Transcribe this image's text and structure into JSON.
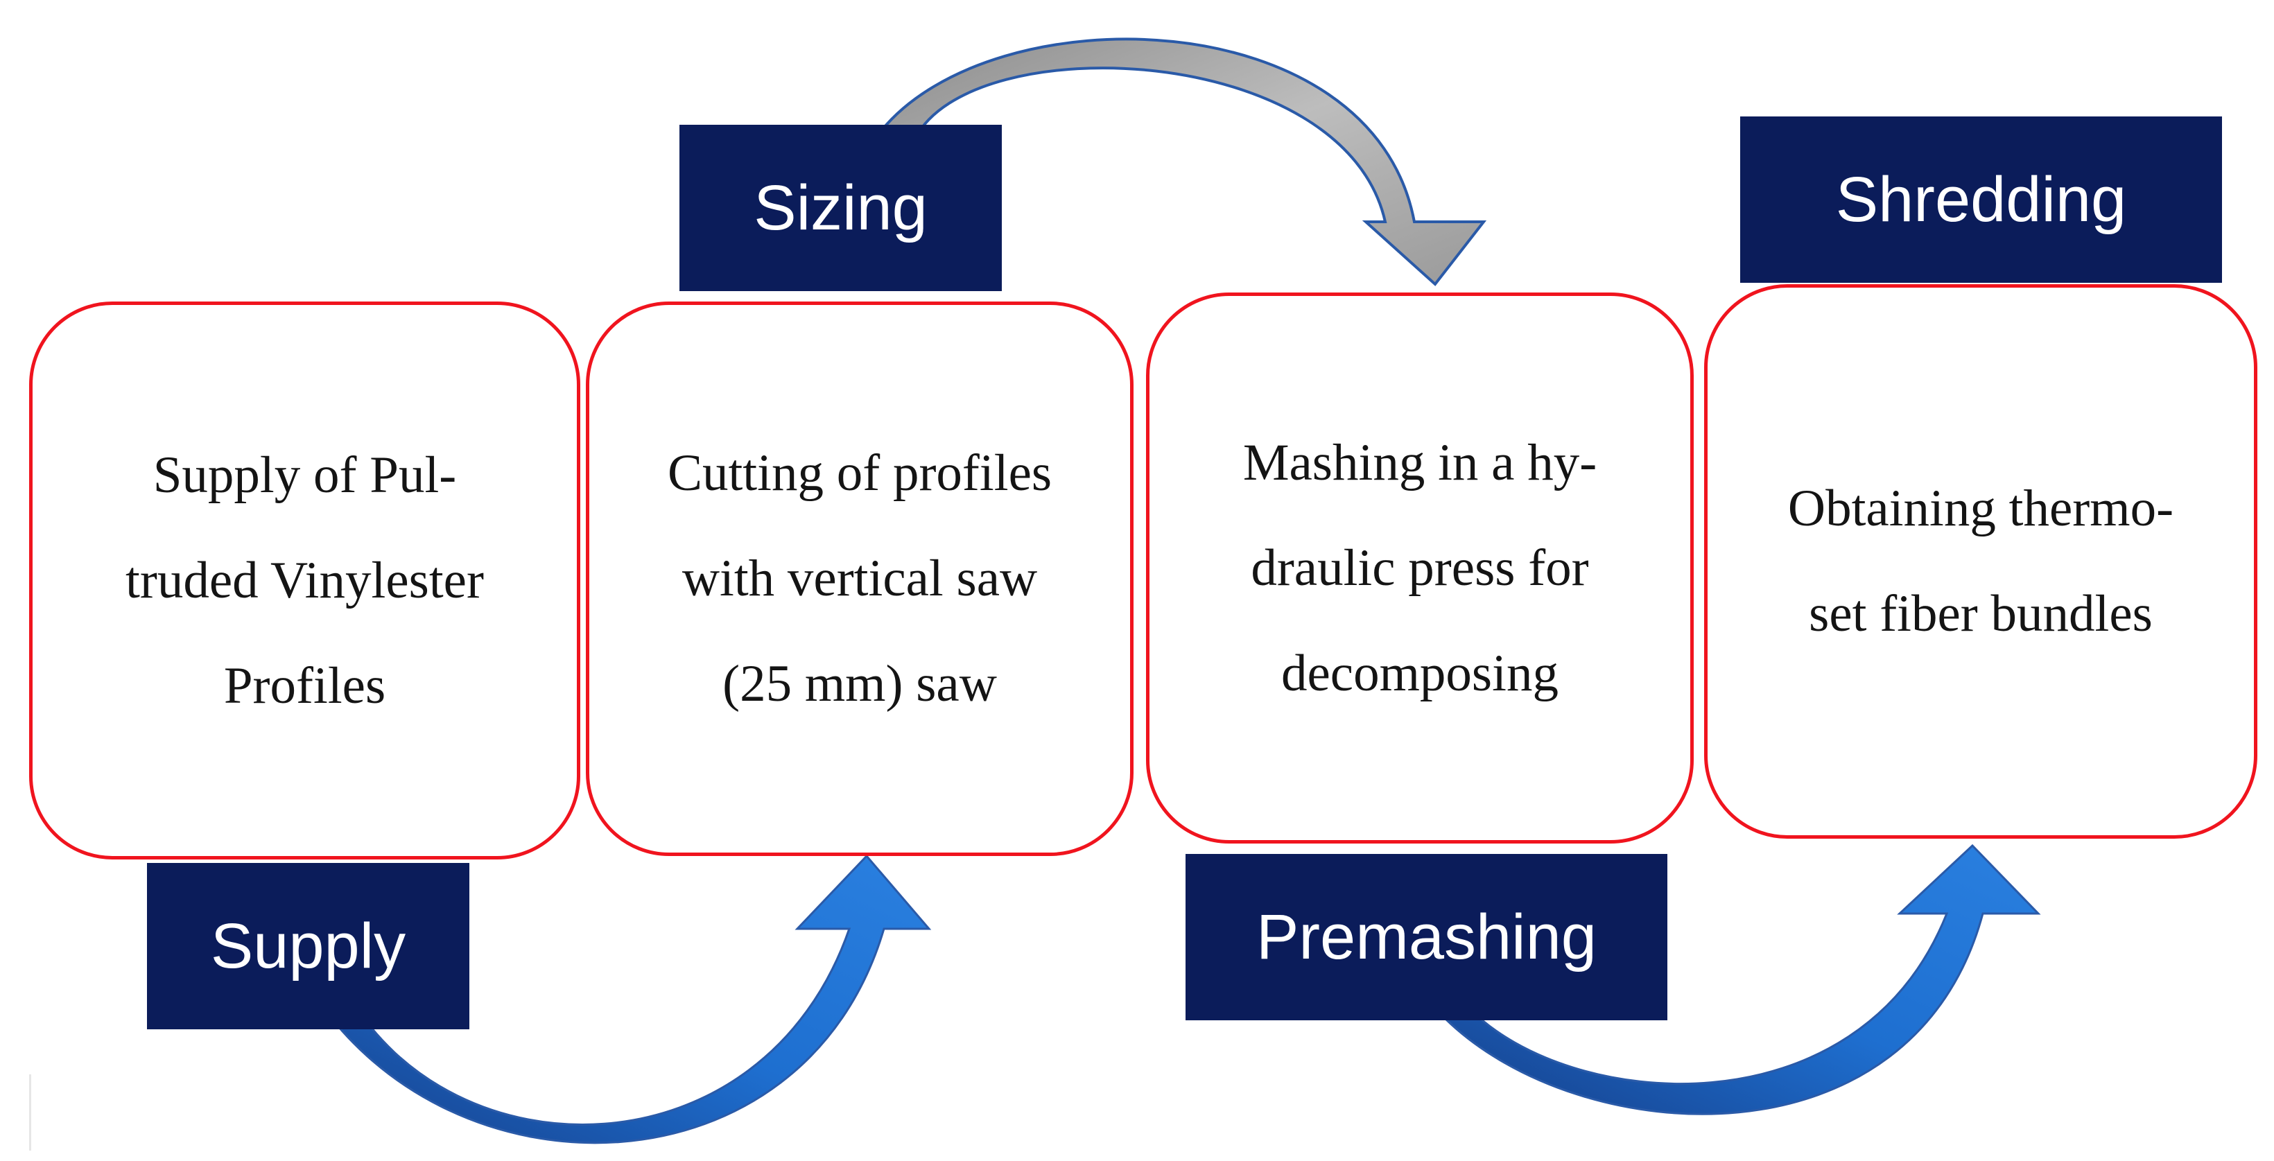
{
  "steps": [
    {
      "id": "supply-step",
      "text": "Supply of Pul-\ntruded Vinylester\nProfiles"
    },
    {
      "id": "cutting-step",
      "text": "Cutting of profiles\nwith vertical saw\n(25 mm) saw"
    },
    {
      "id": "mashing-step",
      "text": "Mashing in a hy-\ndraulic press for\ndecomposing"
    },
    {
      "id": "obtaining-step",
      "text": "Obtaining thermo-\nset fiber bundles"
    }
  ],
  "stages": {
    "supply": "Supply",
    "sizing": "Sizing",
    "premashing": "Premashing",
    "shredding": "Shredding"
  },
  "colors": {
    "box_border": "#f0141e",
    "label_fill": "#0b1c5a",
    "blue_arrow": "#1e6fd0",
    "grey_arrow": "#b4b4b4",
    "arrow_outline": "#2a5aa8"
  }
}
